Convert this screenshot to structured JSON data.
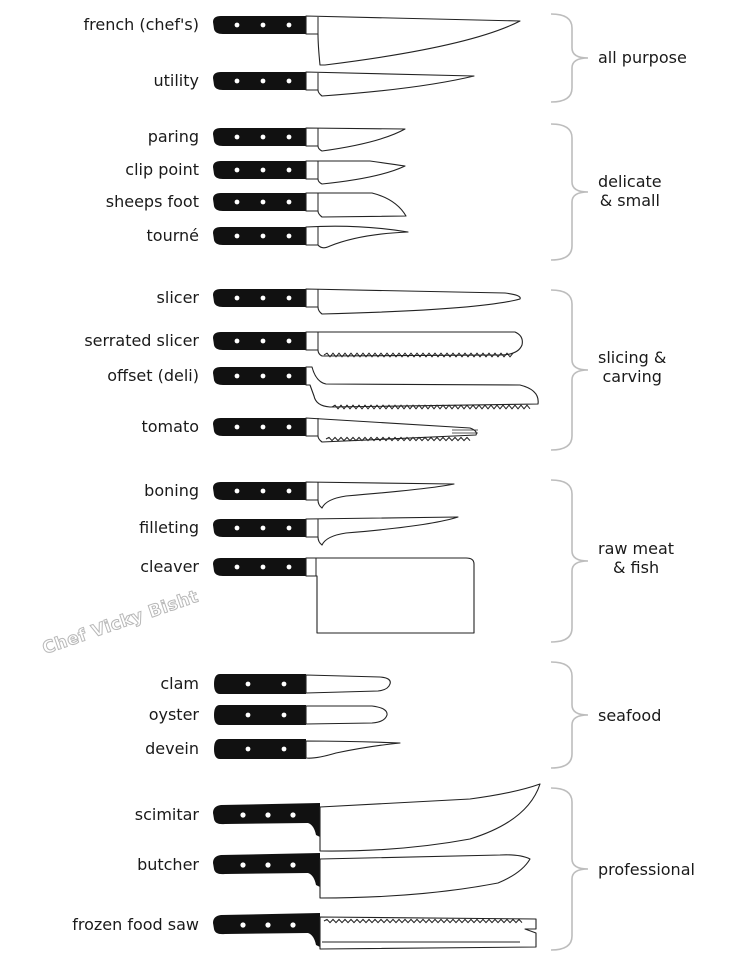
{
  "watermark": "Chef Vicky Bisht",
  "colors": {
    "handle": "#111111",
    "rivet": "#ffffff",
    "outline": "#222222",
    "brace": "#bdbdbd"
  },
  "groups": [
    {
      "label_lines": [
        "all purpose"
      ],
      "knives": [
        {
          "name": "french (chef's)",
          "shape": "chef"
        },
        {
          "name": "utility",
          "shape": "utility"
        }
      ]
    },
    {
      "label_lines": [
        "delicate",
        "& small"
      ],
      "knives": [
        {
          "name": "paring",
          "shape": "paring"
        },
        {
          "name": "clip point",
          "shape": "clip"
        },
        {
          "name": "sheeps foot",
          "shape": "sheepsfoot"
        },
        {
          "name": "tourné",
          "shape": "tourne"
        }
      ]
    },
    {
      "label_lines": [
        "slicing &",
        "carving"
      ],
      "knives": [
        {
          "name": "slicer",
          "shape": "slicer"
        },
        {
          "name": "serrated slicer",
          "shape": "serrated"
        },
        {
          "name": "offset (deli)",
          "shape": "offset"
        },
        {
          "name": "tomato",
          "shape": "tomato"
        }
      ]
    },
    {
      "label_lines": [
        "raw meat",
        "& fish"
      ],
      "knives": [
        {
          "name": "boning",
          "shape": "boning"
        },
        {
          "name": "filleting",
          "shape": "filleting"
        },
        {
          "name": "cleaver",
          "shape": "cleaver"
        }
      ]
    },
    {
      "label_lines": [
        "seafood"
      ],
      "knives": [
        {
          "name": "clam",
          "shape": "clam"
        },
        {
          "name": "oyster",
          "shape": "oyster"
        },
        {
          "name": "devein",
          "shape": "devein"
        }
      ]
    },
    {
      "label_lines": [
        "professional"
      ],
      "knives": [
        {
          "name": "scimitar",
          "shape": "scimitar"
        },
        {
          "name": "butcher",
          "shape": "butcher"
        },
        {
          "name": "frozen food saw",
          "shape": "saw"
        }
      ]
    }
  ]
}
